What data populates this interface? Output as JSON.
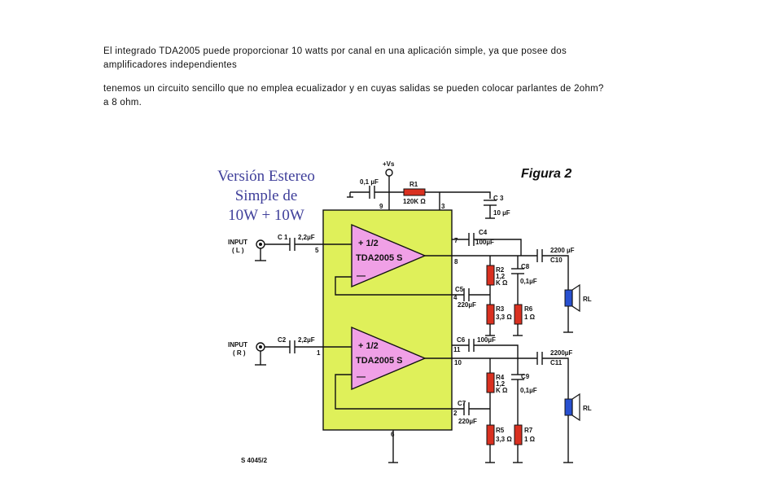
{
  "paragraphs": {
    "p1": "El integrado TDA2005 puede proporcionar 10 watts por canal en una aplicación simple, ya que posee dos amplificadores independientes",
    "p2": "tenemos un circuito sencillo que no emplea ecualizador y en cuyas salidas se pueden colocar parlantes de 2ohm? a 8 ohm."
  },
  "figure": {
    "title_line1": "Versión Estereo",
    "title_line2": "Simple de",
    "title_line3": "10W + 10W",
    "figure_label": "Figura 2",
    "drawing_code": "S 4045/2",
    "colors": {
      "board": "#dff05a",
      "amplifier": "#f0a0e6",
      "resistor": "#d93020",
      "speaker": "#2850d0",
      "title": "#3f3f9a"
    },
    "supply": {
      "label": "+Vs"
    },
    "inputs": {
      "left": "INPUT",
      "left_ch": "( L )",
      "right": "INPUT",
      "right_ch": "( R )"
    },
    "amplifier_top": {
      "gain": "+ 1/2",
      "name": "TDA2005 S",
      "minus": "—"
    },
    "amplifier_bottom": {
      "gain": "+ 1/2",
      "name": "TDA2005 S",
      "minus": "—"
    },
    "pins": {
      "p9": "9",
      "p3": "3",
      "p5": "5",
      "p7": "7",
      "p8": "8",
      "p4": "4",
      "p1": "1",
      "p11": "11",
      "p10": "10",
      "p2": "2",
      "p6": "6"
    },
    "components": {
      "c_top": "0,1 µF",
      "r1_name": "R1",
      "r1_val": "120K Ω",
      "c3_name": "C 3",
      "c3_val": "10 µF",
      "c1_name": "C 1",
      "c1_val": "2,2µF",
      "c2_name": "C2",
      "c2_val": "2,2µF",
      "c4_name": "C4",
      "c4_val": "100µF",
      "c5_name": "C5",
      "c5_val": "220µF",
      "c6_name": "C6",
      "c6_val": "100µF",
      "c7_name": "C7",
      "c7_val": "220µF",
      "c8_name": "C8",
      "c8_val": "0,1µF",
      "c9_name": "C9",
      "c9_val": "0,1µF",
      "c10_name": "C10",
      "c10_val": "2200 µF",
      "c11_name": "C11",
      "c11_val": "2200µF",
      "r2_name": "R2",
      "r2_val1": "1,2",
      "r2_val2": "K Ω",
      "r3_name": "R3",
      "r3_val": "3,3 Ω",
      "r4_name": "R4",
      "r4_val1": "1,2",
      "r4_val2": "K Ω",
      "r5_name": "R5",
      "r5_val": "3,3 Ω",
      "r6_name": "R6",
      "r6_val": "1 Ω",
      "r7_name": "R7",
      "r7_val": "1 Ω",
      "rl_top": "RL",
      "rl_bottom": "RL"
    }
  }
}
